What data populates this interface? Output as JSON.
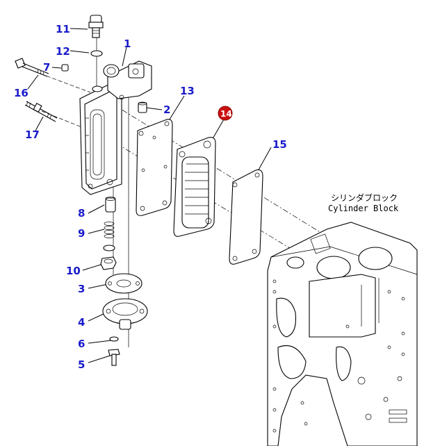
{
  "callouts": {
    "c1": "1",
    "c2": "2",
    "c3": "3",
    "c4": "4",
    "c5": "5",
    "c6": "6",
    "c7": "7",
    "c8": "8",
    "c9": "9",
    "c10": "10",
    "c11": "11",
    "c12": "12",
    "c13": "13",
    "c14": "14",
    "c15": "15",
    "c16": "16",
    "c17": "17"
  },
  "annotations": {
    "block_jp": "シリンダブロック",
    "block_en": "Cylinder Block"
  },
  "colors": {
    "callout_text": "#1a1acc",
    "highlight_fill": "#cc1111",
    "line": "#000000"
  }
}
